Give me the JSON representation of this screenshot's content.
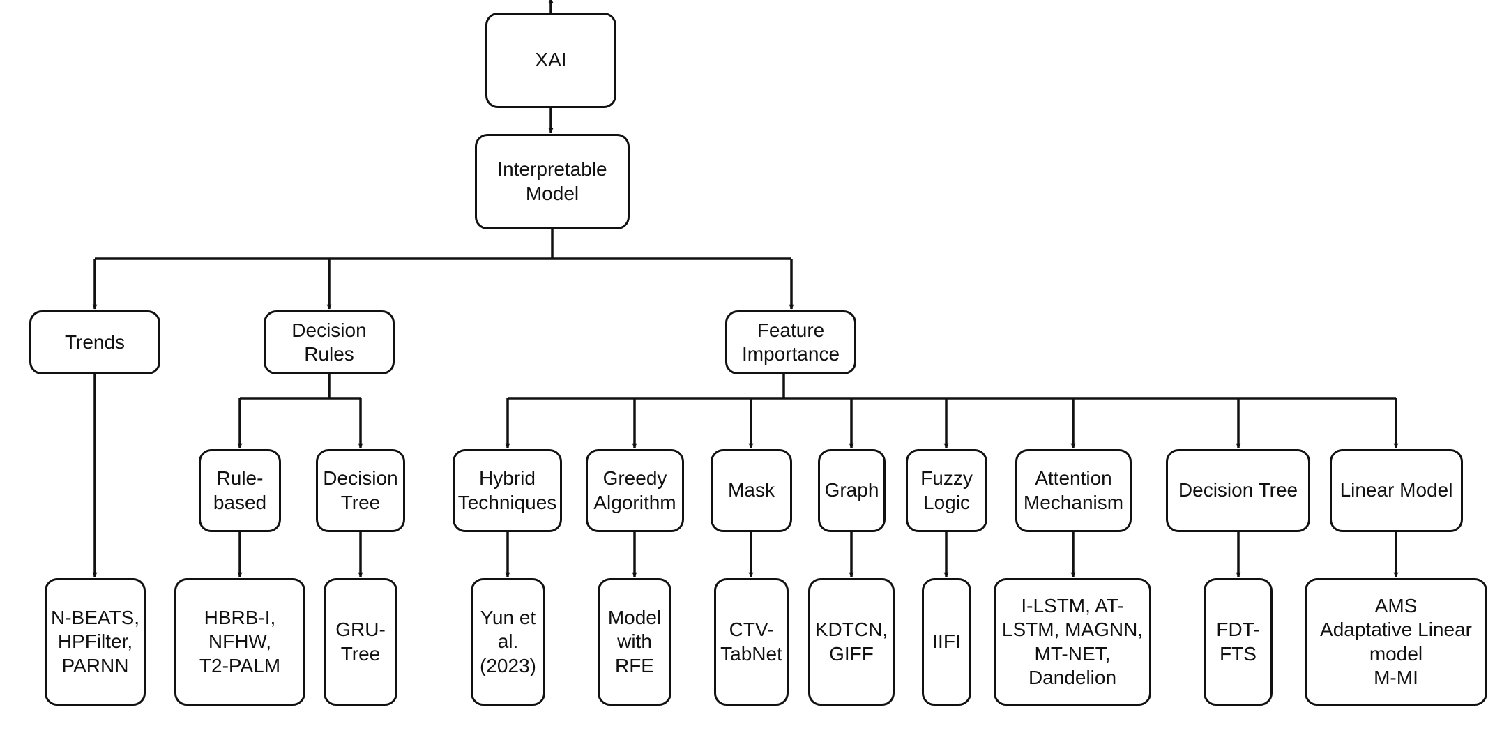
{
  "colors": {
    "stroke": "#111111",
    "background": "#ffffff",
    "text": "#111111"
  },
  "nodes": {
    "xai": "XAI",
    "interpretable": "Interpretable\nModel",
    "trends": "Trends",
    "decision_rules": "Decision\nRules",
    "feature_importance": "Feature\nImportance",
    "rule_based": "Rule-\nbased",
    "decision_tree_dr": "Decision\nTree",
    "hybrid": "Hybrid\nTechniques",
    "greedy": "Greedy\nAlgorithm",
    "mask": "Mask",
    "graph": "Graph",
    "fuzzy": "Fuzzy\nLogic",
    "attention": "Attention\nMechanism",
    "decision_tree_fi": "Decision Tree",
    "linear": "Linear Model",
    "nbeats": "N-BEATS,\nHPFilter,\nPARNN",
    "hbrb": "HBRB-I,\nNFHW,\nT2-PALM",
    "gru": "GRU-\nTree",
    "yun": "Yun et\nal.\n(2023)",
    "rfe": "Model\nwith\nRFE",
    "ctv": "CTV-\nTabNet",
    "kdtcn": "KDTCN,\nGIFF",
    "iifi": "IIFI",
    "ilstm": "I-LSTM, AT-\nLSTM,  MAGNN,\nMT-NET,\nDandelion",
    "fdt": "FDT-\nFTS",
    "ams": "AMS\nAdaptative Linear\nmodel\nM-MI"
  }
}
